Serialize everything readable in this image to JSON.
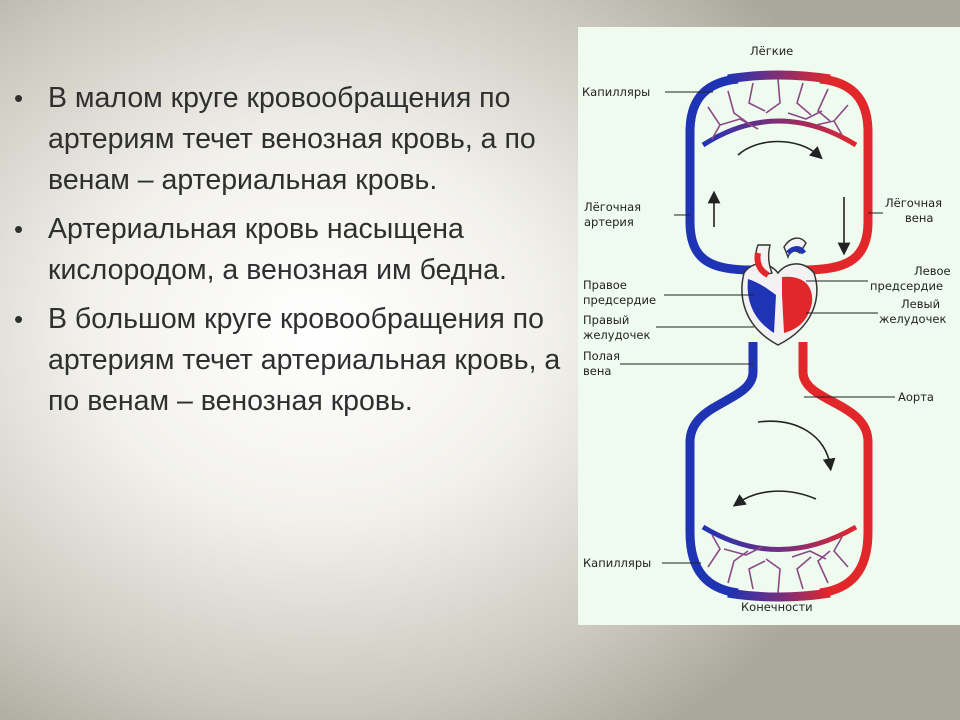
{
  "slide": {
    "bullets": [
      "В малом круге кровообращения по артериям течет венозная кровь, а по венам – артериальная кровь.",
      "Артериальная кровь насыщена кислородом, а венозная им бедна.",
      "В большом круге кровообращения по артериям течет артериальная кровь, а по венам – венозная кровь."
    ],
    "bullet_symbol": "•"
  },
  "diagram": {
    "colors": {
      "panel_bg": "#effbee",
      "arterial": "#e2272b",
      "venous": "#1f33b5",
      "capillary": "#8a4a86",
      "outline": "#333333"
    },
    "labels": {
      "lungs": "Лёгкие",
      "capillaries_top": "Капилляры",
      "pulmonary_artery": [
        "Лёгочная",
        "артерия"
      ],
      "pulmonary_vein": [
        "Лёгочная",
        "вена"
      ],
      "right_atrium": [
        "Правое",
        "предсердие"
      ],
      "right_ventricle": [
        "Правый",
        "желудочек"
      ],
      "vena_cava": [
        "Полая",
        "вена"
      ],
      "left_atrium": [
        "Левое",
        "предсердие"
      ],
      "left_ventricle": [
        "Левый",
        "желудочек"
      ],
      "aorta": "Аорта",
      "capillaries_bottom": "Капилляры",
      "limbs": "Конечности"
    }
  }
}
